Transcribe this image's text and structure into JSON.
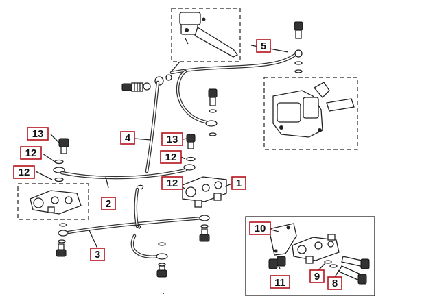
{
  "callouts": {
    "c1": "1",
    "c2": "2",
    "c3": "3",
    "c4": "4",
    "c5": "5",
    "c8": "8",
    "c9": "9",
    "c10": "10",
    "c11": "11",
    "c12a": "12",
    "c12b": "12",
    "c12c": "12",
    "c12d": "12",
    "c13a": "13",
    "c13b": "13"
  },
  "colors": {
    "callout_border": "#b5121b",
    "ink": "#222222"
  }
}
